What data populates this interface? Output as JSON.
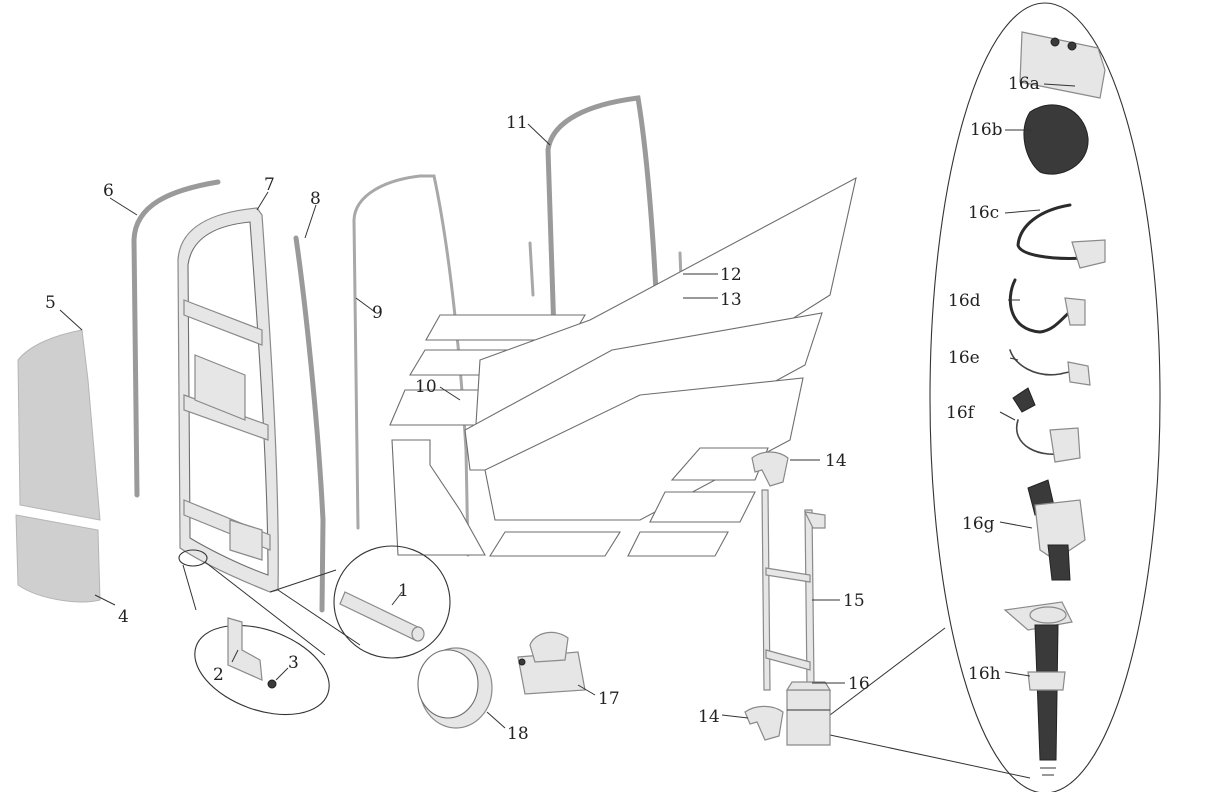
{
  "labels": {
    "l1": "1",
    "l2": "2",
    "l3": "3",
    "l4": "4",
    "l5": "5",
    "l6": "6",
    "l7": "7",
    "l8": "8",
    "l9": "9",
    "l10": "10",
    "l11": "11",
    "l12": "12",
    "l13": "13",
    "l14a": "14",
    "l14b": "14",
    "l15": "15",
    "l16": "16",
    "l16a": "16a",
    "l16b": "16b",
    "l16c": "16c",
    "l16d": "16d",
    "l16e": "16e",
    "l16f": "16f",
    "l16g": "16g",
    "l16h": "16h",
    "l17": "17",
    "l18": "18"
  }
}
